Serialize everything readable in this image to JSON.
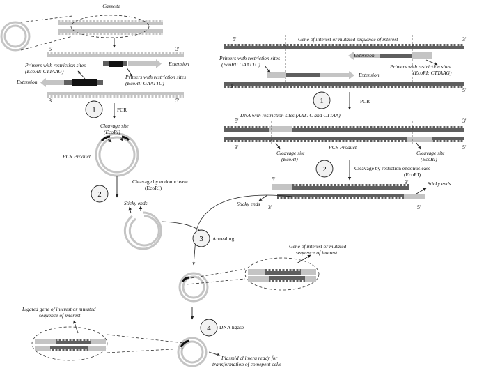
{
  "colors": {
    "dark": "#5f5f5f",
    "light": "#c4c4c4",
    "black": "#111111",
    "white": "#ffffff",
    "line": "#333333"
  },
  "left": {
    "cassette": "Cassette",
    "five_prime": "5'",
    "three_prime": "3'",
    "primer_top": [
      "Primers with restriction sites",
      "(EcoRI: CTTAAG)"
    ],
    "extension_right": "Extension",
    "primer_bottom": [
      "Primers with restriction sites",
      "(EcoRI: GAATTC)"
    ],
    "extension_left": "Extension",
    "cleavage_site": [
      "Cleavage site",
      "(EcoRI)"
    ],
    "pcr_product": "PCR Product",
    "pcr": "PCR",
    "cleavage_endo": [
      "Cleavage by endonuclease",
      "(EcoRI)"
    ],
    "sticky_ends": "Sticky ends"
  },
  "right": {
    "gene_title": "Gene of interest or mutated sequence of interest",
    "five_prime": "5'",
    "three_prime": "3'",
    "primer_left": [
      "Primers with restriction sites",
      "(EcoRI: GAATTC)"
    ],
    "primer_right": [
      "Primers with restriction sites",
      "(EcoRI: CTTAAG)"
    ],
    "extension": "Extension",
    "pcr": "PCR",
    "dna_restriction": "DNA with restriction sites (AATTC and CTTAA)",
    "cleavage_site": [
      "Cleavage site",
      "(EcoRI)"
    ],
    "pcr_product": "PCR Product",
    "cleavage_restr": [
      "Cleavage by restiction endonuclease",
      "(EcoRI)"
    ],
    "sticky_ends": "Sticky ends"
  },
  "steps": [
    {
      "number": "1"
    },
    {
      "number": "1"
    },
    {
      "number": "2"
    },
    {
      "number": "2"
    },
    {
      "number": "3",
      "label": "Annealing"
    },
    {
      "number": "4",
      "label": "DNA ligase"
    }
  ],
  "bottom": {
    "gene_label": [
      "Gene of interest or mutated",
      "sequence of interest"
    ],
    "ligated_label": [
      "Ligated gene of interest or mutated",
      "sequence of interest"
    ],
    "chimera": [
      "Plasmid chimera ready for",
      "transformation of comepent cells"
    ]
  }
}
